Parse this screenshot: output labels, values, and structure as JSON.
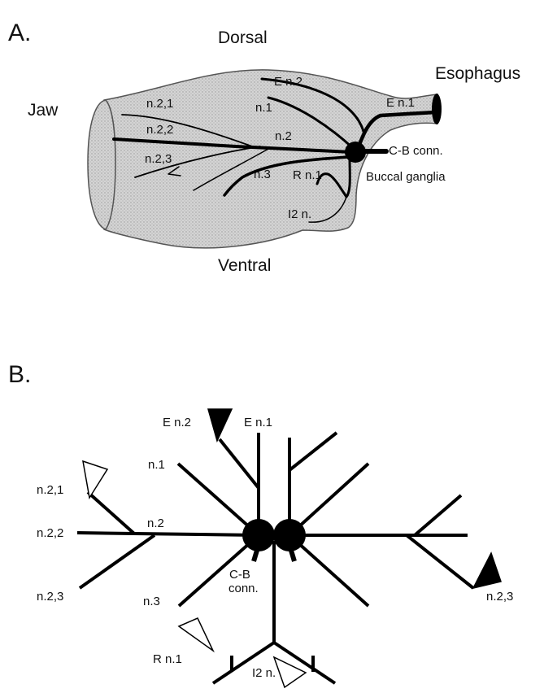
{
  "colors": {
    "ink": "#000000",
    "organ_fill": "#cfcfcf",
    "organ_outline": "#555555",
    "background": "#ffffff"
  },
  "panel_a": {
    "panel_label": "A.",
    "orientation": {
      "top": "Dorsal",
      "bottom": "Ventral",
      "left": "Jaw",
      "right": "Esophagus"
    },
    "labels": {
      "en2": "E n.2",
      "en1": "E n.1",
      "n21": "n.2,1",
      "n1": "n.1",
      "n22": "n.2,2",
      "n2": "n.2",
      "n23": "n.2,3",
      "n3": "n.3",
      "rn1": "R n.1",
      "i2n": "I2 n.",
      "cb": "C-B conn.",
      "buccal": "Buccal ganglia"
    }
  },
  "panel_b": {
    "panel_label": "B.",
    "labels": {
      "en2": "E n.2",
      "en1": "E n.1",
      "n1": "n.1",
      "n21": "n.2,1",
      "n2": "n.2",
      "n22": "n.2,2",
      "n23_left": "n.2,3",
      "n3": "n.3",
      "cb_line1": "C-B",
      "cb_line2": "conn.",
      "n23_right": "n.2,3",
      "rn1": "R n.1",
      "i2n": "I2 n."
    },
    "arrowheads": [
      {
        "nerve": "E n.2",
        "style": "filled"
      },
      {
        "nerve": "n.2,1",
        "style": "open"
      },
      {
        "nerve": "n.2,3",
        "style": "filled"
      },
      {
        "nerve": "R n.1",
        "style": "open"
      },
      {
        "nerve": "I2 n.",
        "style": "open"
      }
    ]
  }
}
